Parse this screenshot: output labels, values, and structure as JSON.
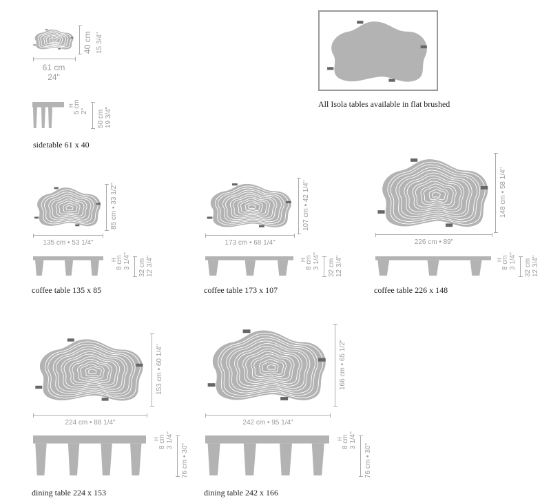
{
  "sidetable": {
    "width": "61 cm",
    "width_in": "24\"",
    "depth": "40 cm",
    "depth_in": "15 3/4\"",
    "h": "H",
    "thickness": "5 cm",
    "thickness_in": "2\"",
    "height": "50 cm",
    "height_in": "19 3/4\"",
    "caption": "sidetable 61 x 40"
  },
  "finish": {
    "caption": "All Isola tables available in flat brushed"
  },
  "tables": [
    {
      "width": "135 cm • 53 1/4\"",
      "depth": "85 cm • 33 1/2\"",
      "h": "H",
      "thickness": "8 cm",
      "thickness_in": "3 1/4\"",
      "height": "32 cm",
      "height_in": "12 3/4\"",
      "caption": "coffee table 135 x 85"
    },
    {
      "width": "173 cm • 68 1/4\"",
      "depth": "107 cm • 42 1/4\"",
      "h": "H",
      "thickness": "8 cm",
      "thickness_in": "3 1/4\"",
      "height": "32 cm",
      "height_in": "12 3/4\"",
      "caption": "coffee table 173 x 107"
    },
    {
      "width": "226 cm • 89\"",
      "depth": "148 cm • 58 1/4\"",
      "h": "H",
      "thickness": "8 cm",
      "thickness_in": "3 1/4\"",
      "height": "32 cm",
      "height_in": "12 3/4\"",
      "caption": "coffee table 226 x 148"
    },
    {
      "width": "224 cm • 88 1/4\"",
      "depth": "153 cm • 60 1/4\"",
      "h": "H",
      "thickness": "8 cm",
      "thickness_in": "3 1/4\"",
      "height": "76 cm • 30\"",
      "caption": "dining table 224 x 153"
    },
    {
      "width": "242 cm • 95 1/4\"",
      "depth": "166 cm • 65 1/2\"",
      "h": "H",
      "thickness": "8 cm",
      "thickness_in": "3 1/4\"",
      "height": "76 cm • 30\"",
      "caption": "dining table 242 x 166"
    }
  ],
  "colors": {
    "table": "#b3b3b3",
    "ring": "#ffffff",
    "foot": "#666666"
  }
}
